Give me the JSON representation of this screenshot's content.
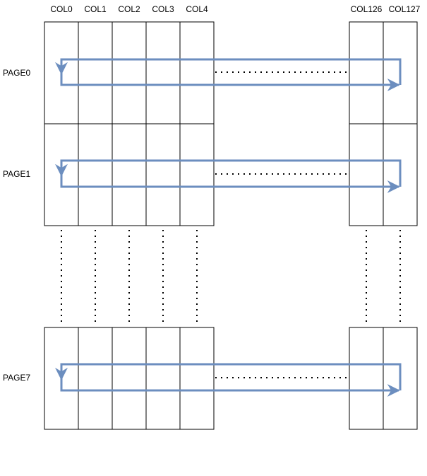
{
  "columns": {
    "labels": [
      "COL0",
      "COL1",
      "COL2",
      "COL3",
      "COL4"
    ],
    "end_labels": [
      "COL126",
      "COL127"
    ]
  },
  "pages": {
    "labels": [
      "PAGE0",
      "PAGE1",
      "PAGE7"
    ]
  },
  "colors": {
    "grid_line": "#000000",
    "scan_arrow": "#6c8ebf",
    "dots": "#000000",
    "background": "#ffffff"
  }
}
